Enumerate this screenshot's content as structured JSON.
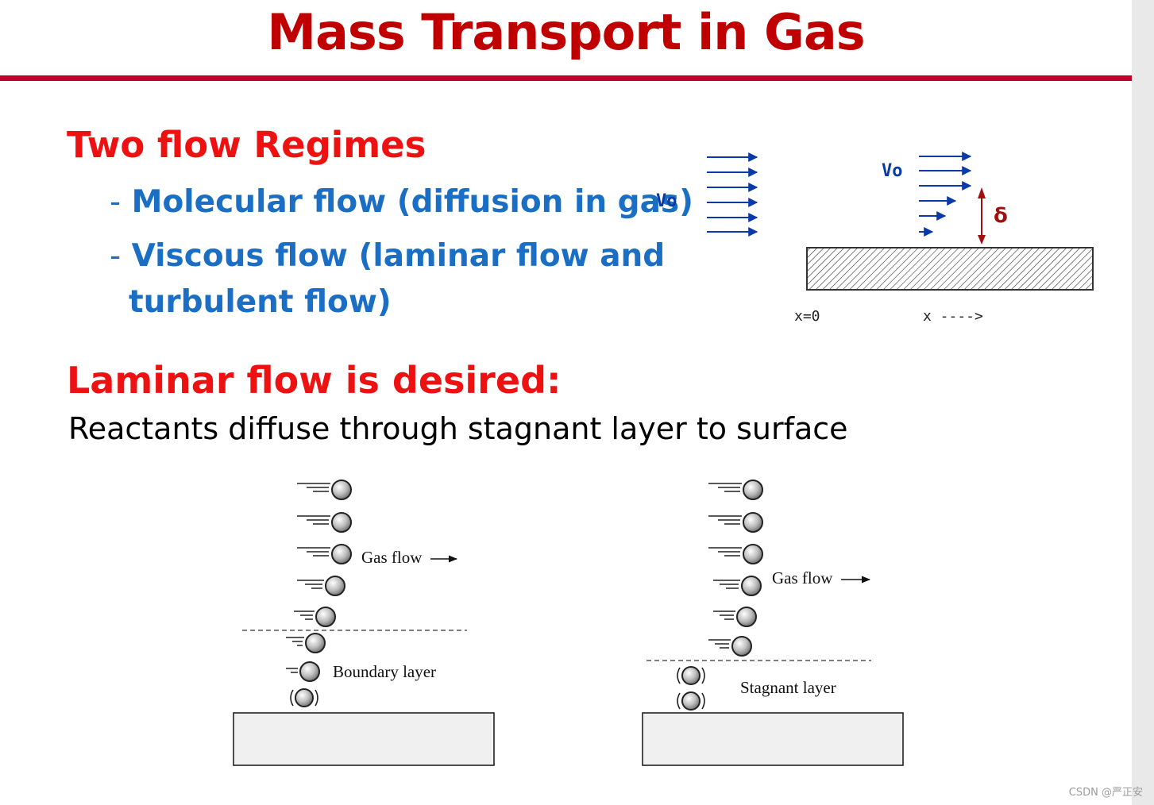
{
  "slide": {
    "title": "Mass Transport in Gas",
    "section1_heading": "Two flow Regimes",
    "bullet_marker": "-",
    "bullet1": "Molecular flow (diffusion in gas)",
    "bullet2_line1": "Viscous flow (laminar flow and",
    "bullet2_line2": "turbulent flow)",
    "section2_heading": "Laminar flow is desired:",
    "body_text": "Reactants diffuse through stagnant layer to surface"
  },
  "diagram_top": {
    "vo_left": "Vo",
    "vo_right": "Vo",
    "delta": "δ",
    "x_zero": "x=0",
    "x_arrow": "x ---->"
  },
  "diagram_bottom": {
    "left_gas_flow": "Gas flow",
    "left_boundary": "Boundary layer",
    "right_gas_flow": "Gas flow",
    "right_stagnant": "Stagnant layer"
  },
  "colors": {
    "title": "#c00000",
    "heading": "#ee1111",
    "bullet": "#1a6fc4",
    "arrow": "#0a3aa8"
  },
  "watermark": "CSDN @严正安"
}
